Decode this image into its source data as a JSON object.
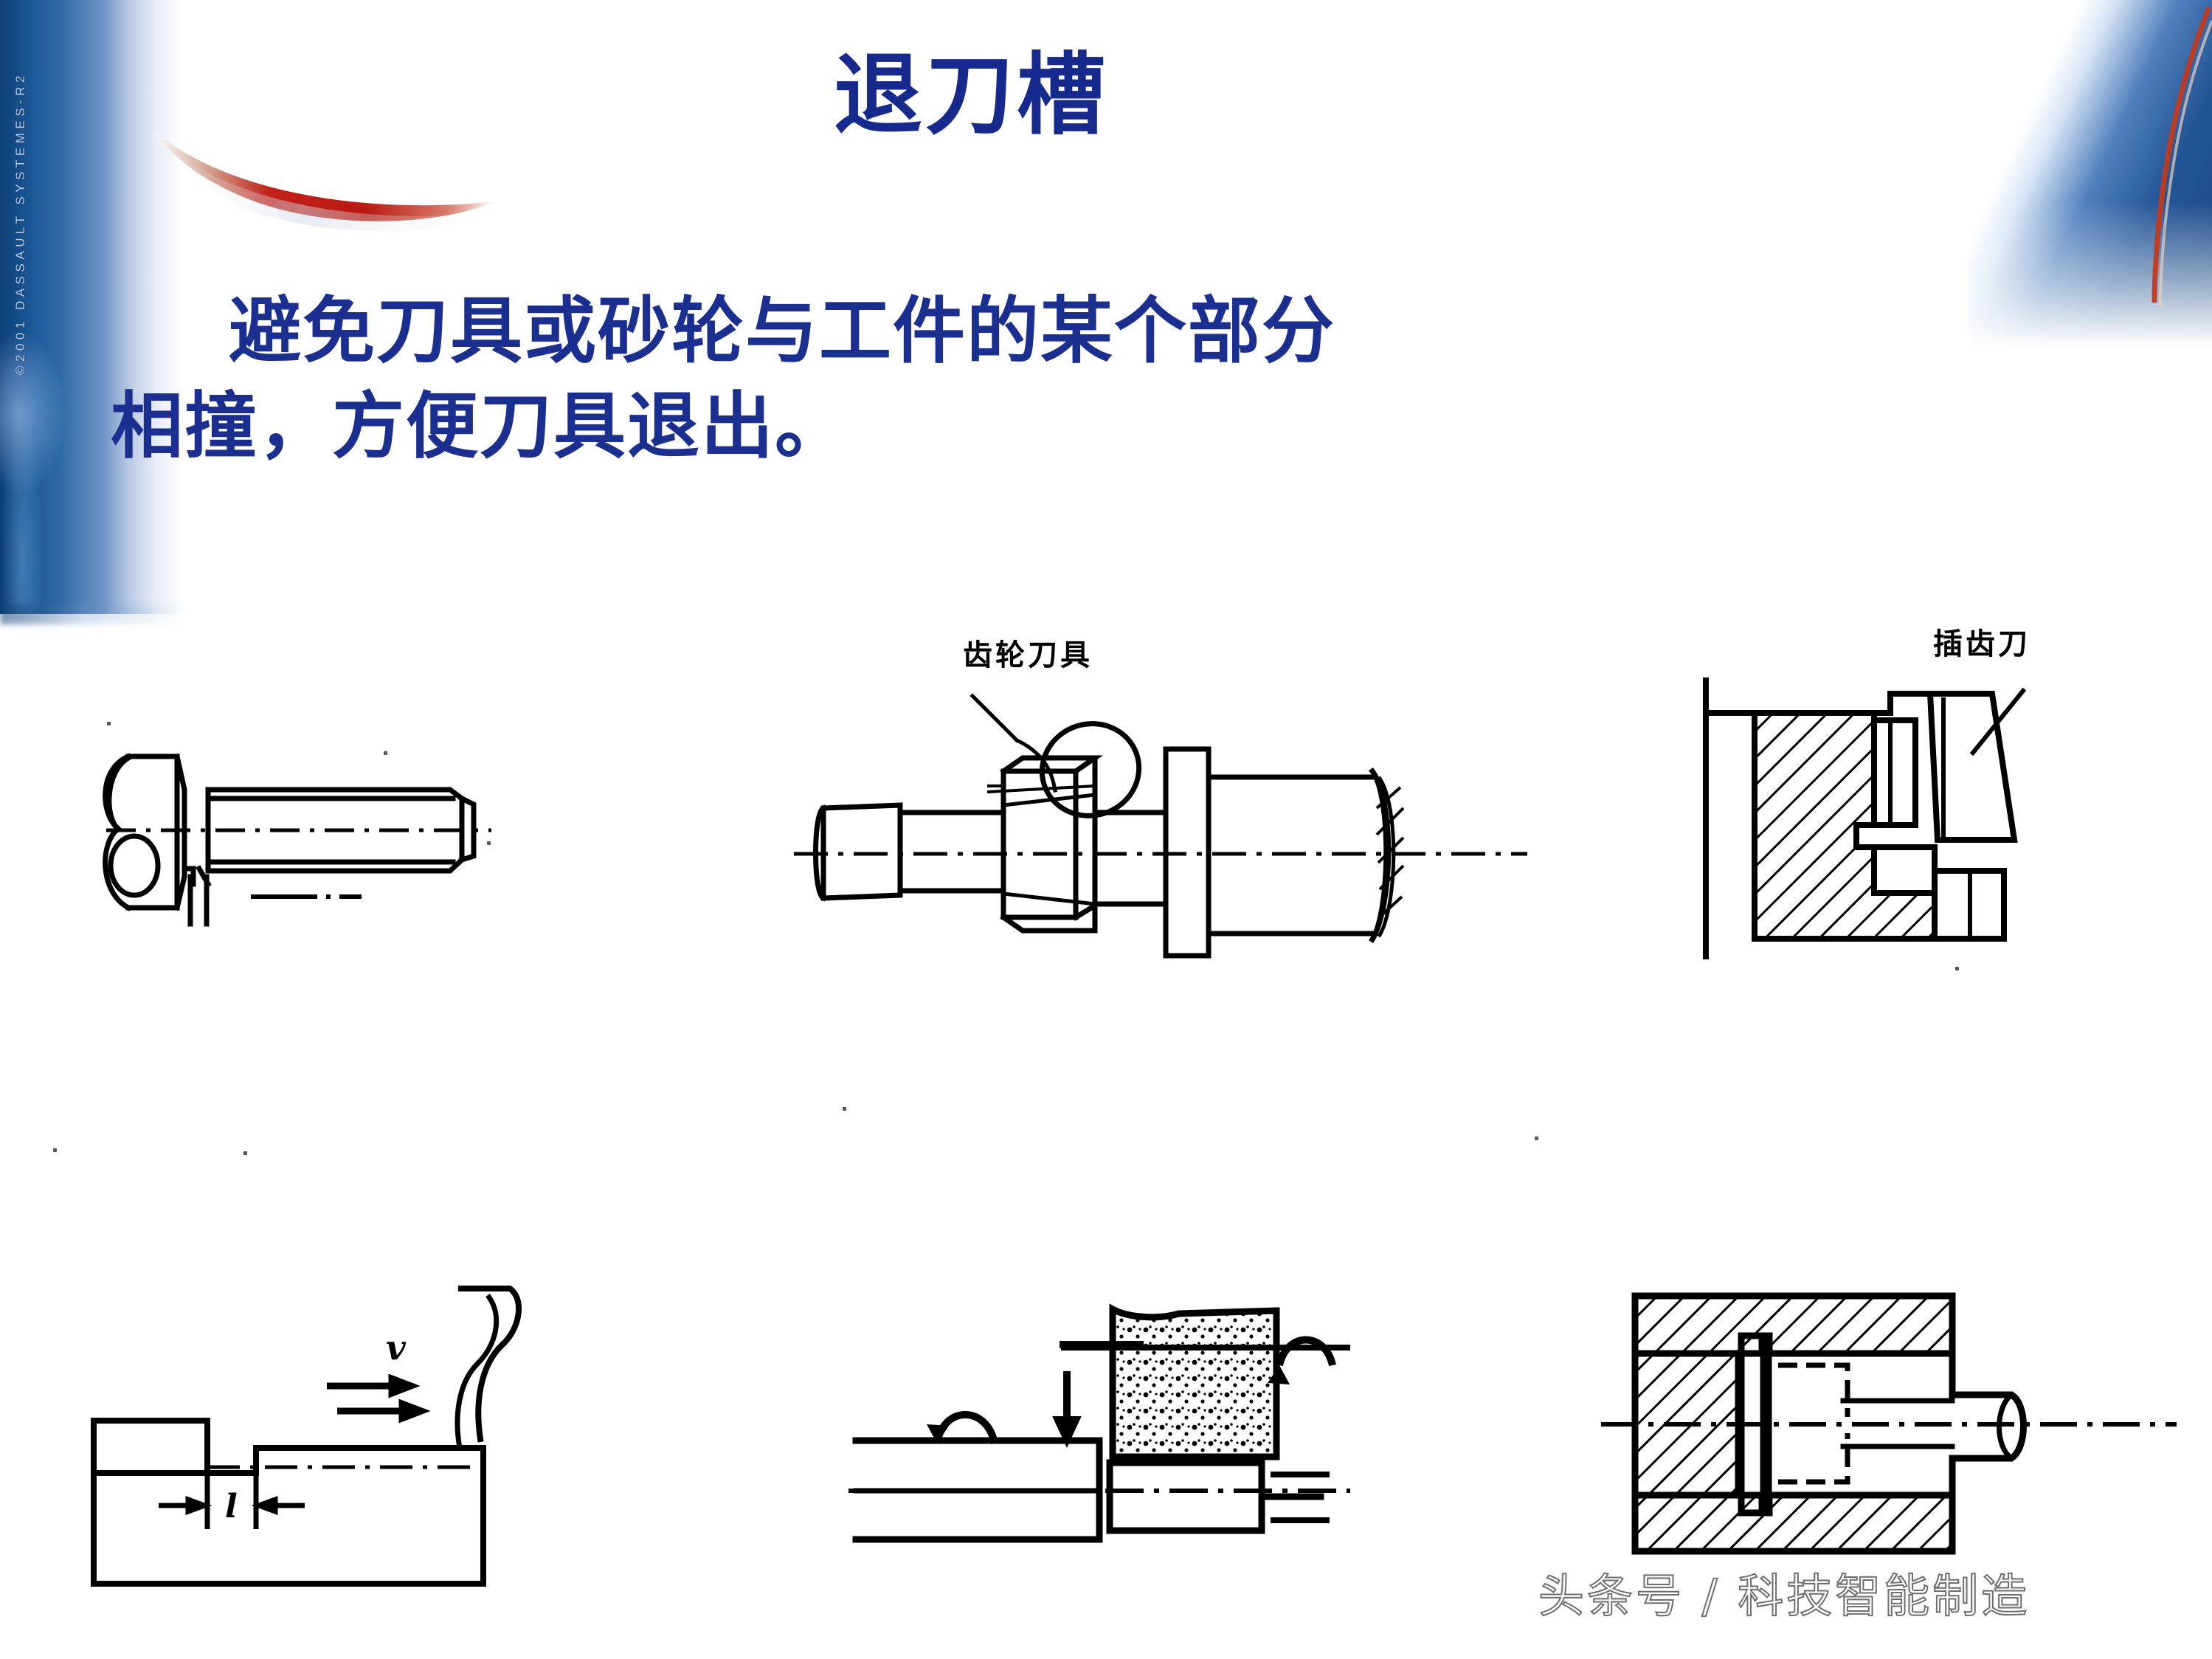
{
  "slide": {
    "title": "退刀槽",
    "subtitle_line1": "避免刀具或砂轮与工件的某个部分",
    "subtitle_line2": "相撞，方便刀具退出。",
    "template_copyright": "©2001 DASSAULT SYSTEMES-R2",
    "watermark": "头条号 / 科技智能制造",
    "colors": {
      "title_blue": "#16298c",
      "subtitle_blue": "#1b2f91",
      "band_blue": "#0c3f77",
      "accent_red": "#c02018",
      "line_black": "#000000"
    }
  },
  "figures": [
    {
      "id": "fig-screw-undercut",
      "name": "screw-with-relief-groove",
      "caption": "",
      "labels": []
    },
    {
      "id": "fig-gear-shaft",
      "name": "stepped-shaft-with-gear",
      "caption": "齿轮刀具",
      "labels": [
        "齿轮刀具"
      ]
    },
    {
      "id": "fig-section-shaper",
      "name": "section-with-gear-shaper-cutter",
      "caption": "插齿刀",
      "labels": [
        "插齿刀"
      ]
    },
    {
      "id": "fig-planing",
      "name": "planing-tool-relief",
      "caption": "",
      "labels": [
        "v",
        "l"
      ]
    },
    {
      "id": "fig-grinding",
      "name": "grinding-wheel-on-shaft",
      "caption": "",
      "labels": []
    },
    {
      "id": "fig-bore-undercut",
      "name": "internal-bore-undercut-section",
      "caption": "",
      "labels": []
    }
  ],
  "annotations": {
    "velocity_symbol": "v",
    "length_symbol": "l"
  }
}
